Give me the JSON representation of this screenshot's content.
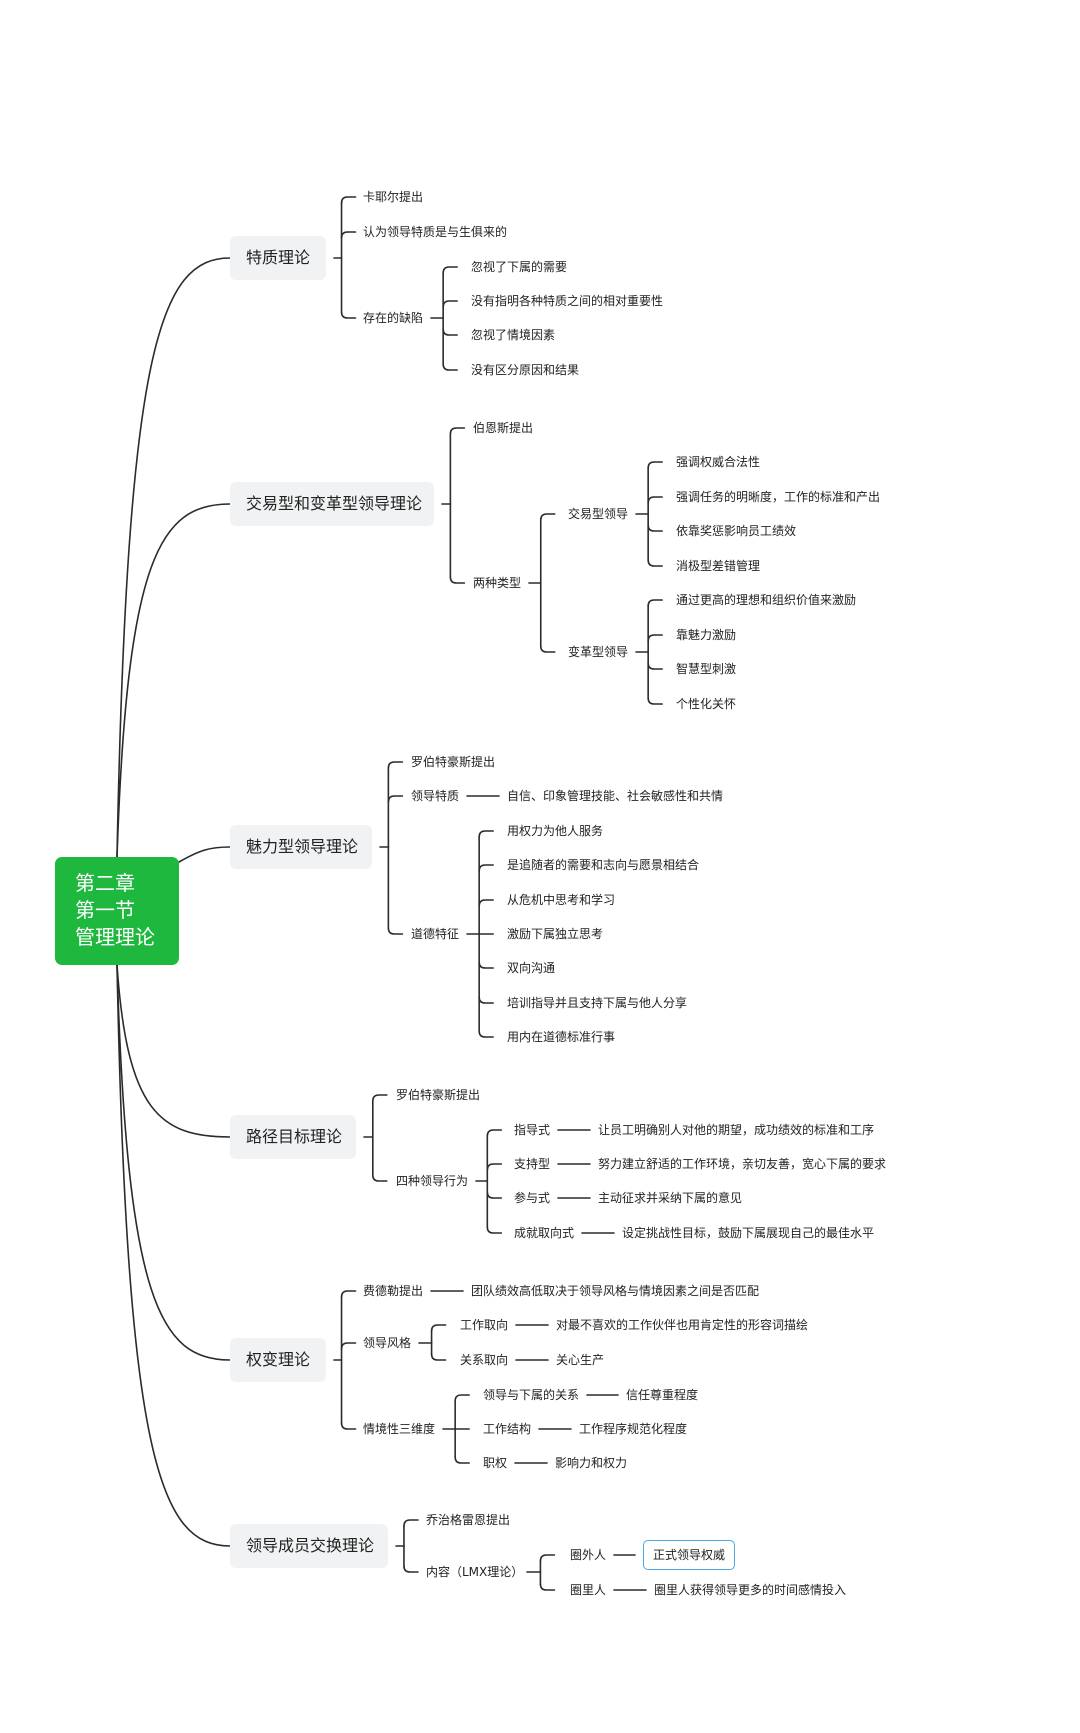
{
  "root": {
    "lines": [
      "第二章",
      "第一节",
      "管理理论"
    ]
  },
  "colors": {
    "root_fill": "#1fb83f",
    "topic_fill": "#f1f2f3",
    "edge": "#2b2b2b",
    "highlight_border": "#4aa8e6"
  },
  "branches": [
    {
      "id": "trait",
      "label": "特质理论",
      "children": [
        {
          "label": "卡耶尔提出"
        },
        {
          "label": "认为领导特质是与生俱来的"
        },
        {
          "label": "存在的缺陷",
          "children": [
            {
              "label": "忽视了下属的需要"
            },
            {
              "label": "没有指明各种特质之间的相对重要性"
            },
            {
              "label": "忽视了情境因素"
            },
            {
              "label": "没有区分原因和结果"
            }
          ]
        }
      ]
    },
    {
      "id": "transact",
      "label": "交易型和变革型领导理论",
      "children": [
        {
          "label": "伯恩斯提出"
        },
        {
          "label": "两种类型",
          "children": [
            {
              "label": "交易型领导",
              "children": [
                {
                  "label": "强调权威合法性"
                },
                {
                  "label": "强调任务的明晰度，工作的标准和产出"
                },
                {
                  "label": "依靠奖惩影响员工绩效"
                },
                {
                  "label": "消极型差错管理"
                }
              ]
            },
            {
              "label": "变革型领导",
              "children": [
                {
                  "label": "通过更高的理想和组织价值来激励"
                },
                {
                  "label": "靠魅力激励"
                },
                {
                  "label": "智慧型刺激"
                },
                {
                  "label": "个性化关怀"
                }
              ]
            }
          ]
        }
      ]
    },
    {
      "id": "charisma",
      "label": "魅力型领导理论",
      "children": [
        {
          "label": "罗伯特豪斯提出"
        },
        {
          "label": "领导特质",
          "children": [
            {
              "label": "自信、印象管理技能、社会敏感性和共情"
            }
          ]
        },
        {
          "label": "道德特征",
          "children": [
            {
              "label": "用权力为他人服务"
            },
            {
              "label": "是追随者的需要和志向与愿景相结合"
            },
            {
              "label": "从危机中思考和学习"
            },
            {
              "label": "激励下属独立思考"
            },
            {
              "label": "双向沟通"
            },
            {
              "label": "培训指导并且支持下属与他人分享"
            },
            {
              "label": "用内在道德标准行事"
            }
          ]
        }
      ]
    },
    {
      "id": "pathgoal",
      "label": "路径目标理论",
      "children": [
        {
          "label": "罗伯特豪斯提出"
        },
        {
          "label": "四种领导行为",
          "children": [
            {
              "label": "指导式",
              "children": [
                {
                  "label": "让员工明确别人对他的期望，成功绩效的标准和工序"
                }
              ]
            },
            {
              "label": "支持型",
              "children": [
                {
                  "label": "努力建立舒适的工作环境，亲切友善，宽心下属的要求"
                }
              ]
            },
            {
              "label": "参与式",
              "children": [
                {
                  "label": "主动征求并采纳下属的意见"
                }
              ]
            },
            {
              "label": "成就取向式",
              "children": [
                {
                  "label": "设定挑战性目标，鼓励下属展现自己的最佳水平"
                }
              ]
            }
          ]
        }
      ]
    },
    {
      "id": "contingency",
      "label": "权变理论",
      "children": [
        {
          "label": "费德勒提出",
          "children": [
            {
              "label": "团队绩效高低取决于领导风格与情境因素之间是否匹配"
            }
          ]
        },
        {
          "label": "领导风格",
          "children": [
            {
              "label": "工作取向",
              "children": [
                {
                  "label": "对最不喜欢的工作伙伴也用肯定性的形容词描绘"
                }
              ]
            },
            {
              "label": "关系取向",
              "children": [
                {
                  "label": "关心生产"
                }
              ]
            }
          ]
        },
        {
          "label": "情境性三维度",
          "children": [
            {
              "label": "领导与下属的关系",
              "children": [
                {
                  "label": "信任尊重程度"
                }
              ]
            },
            {
              "label": "工作结构",
              "children": [
                {
                  "label": "工作程序规范化程度"
                }
              ]
            },
            {
              "label": "职权",
              "children": [
                {
                  "label": "影响力和权力"
                }
              ]
            }
          ]
        }
      ]
    },
    {
      "id": "lmx",
      "label": "领导成员交换理论",
      "children": [
        {
          "label": "乔治格雷恩提出"
        },
        {
          "label": "内容（LMX理论）",
          "children": [
            {
              "label": "圈外人",
              "children": [
                {
                  "label": "正式领导权威",
                  "highlight": true
                }
              ]
            },
            {
              "label": "圈里人",
              "children": [
                {
                  "label": "圈里人获得领导更多的时间感情投入"
                }
              ]
            }
          ]
        }
      ]
    }
  ]
}
